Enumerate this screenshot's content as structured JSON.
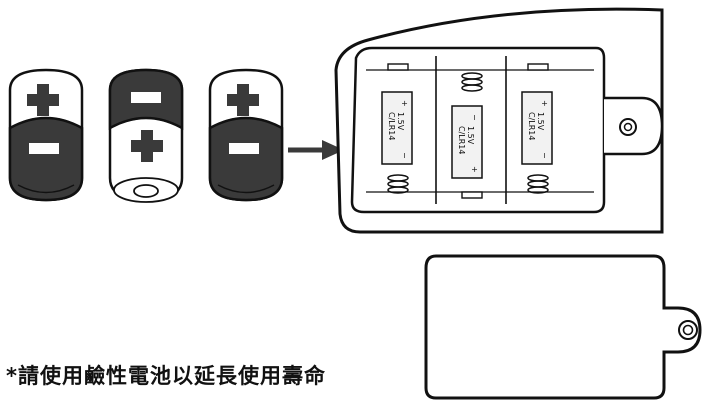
{
  "batteries": [
    {
      "top_sign": "+",
      "bottom_sign": "−",
      "orientation": "flat-end-up"
    },
    {
      "top_sign": "−",
      "bottom_sign": "+",
      "orientation": "terminal-down"
    },
    {
      "top_sign": "+",
      "bottom_sign": "−",
      "orientation": "flat-end-up"
    }
  ],
  "compartment": {
    "cells": [
      {
        "polarity_top": "+",
        "voltage": "1.5V",
        "type": "C/LR14",
        "polarity_bottom": "−"
      },
      {
        "polarity_top": "−",
        "voltage": "1.5V",
        "type": "C/LR14",
        "polarity_bottom": "+"
      },
      {
        "polarity_top": "+",
        "voltage": "1.5V",
        "type": "C/LR14",
        "polarity_bottom": "−"
      }
    ]
  },
  "note": "*請使用鹼性電池以延長使用壽命",
  "colors": {
    "line": "#111111",
    "shade": "#3a3a3a",
    "paper": "#ffffff",
    "cell_bg": "#f2f2f2"
  }
}
